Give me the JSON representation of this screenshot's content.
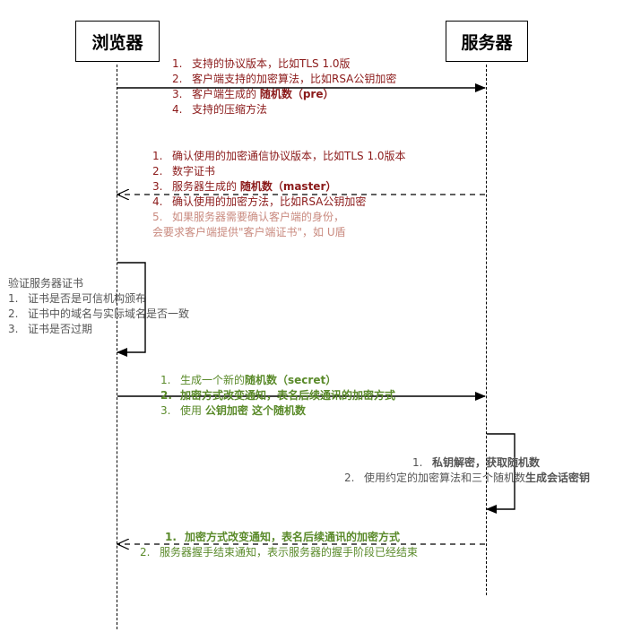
{
  "participants": {
    "browser": "浏览器",
    "server": "服务器"
  },
  "client_hello": {
    "items": [
      {
        "n": "1.",
        "text": "支持的协议版本，比如TLS 1.0版"
      },
      {
        "n": "2.",
        "text": "客户端支持的加密算法，比如RSA公钥加密"
      },
      {
        "n": "3.",
        "text_pre": "客户端生成的 ",
        "text_bold": "随机数（pre）"
      },
      {
        "n": "4.",
        "text": "支持的压缩方法"
      }
    ]
  },
  "server_hello": {
    "items": [
      {
        "n": "1.",
        "text": "确认使用的加密通信协议版本，比如TLS 1.0版本"
      },
      {
        "n": "2.",
        "text": "数字证书"
      },
      {
        "n": "3.",
        "text_pre": "服务器生成的 ",
        "text_bold": "随机数（master）"
      },
      {
        "n": "4.",
        "text": "确认使用的加密方法，比如RSA公钥加密"
      },
      {
        "n": "5.",
        "text": "如果服务器需要确认客户端的身份，"
      },
      {
        "n": "",
        "text": "会要求客户端提供\"客户端证书\"，如 U盾"
      }
    ]
  },
  "verify": {
    "title": "验证服务器证书",
    "items": [
      {
        "n": "1.",
        "text": "证书是否是可信机构颁布"
      },
      {
        "n": "2.",
        "text": "证书中的域名与实际域名是否一致"
      },
      {
        "n": "3.",
        "text": "证书是否过期"
      }
    ]
  },
  "client_key": {
    "items": [
      {
        "n": "1.",
        "text_pre": "生成一个新的",
        "text_bold": "随机数（secret）"
      },
      {
        "n": "2.",
        "text_bold": "加密方式改变通知，表名后续通讯的加密方式"
      },
      {
        "n": "3.",
        "text_pre": "使用 ",
        "text_bold": "公钥加密 这个随机数"
      }
    ]
  },
  "server_decrypt": {
    "items": [
      {
        "n": "1.",
        "text_bold": "私钥解密，获取随机数"
      },
      {
        "n": "2.",
        "text_pre": "使用约定的加密算法和三个随机数",
        "text_bold": "生成会话密钥"
      }
    ]
  },
  "server_finish": {
    "items": [
      {
        "n": "1.",
        "text_bold": "加密方式改变通知，表名后续通讯的加密方式"
      },
      {
        "n": "2.",
        "text": "服务器握手结束通知，表示服务器的握手阶段已经结束"
      }
    ]
  }
}
